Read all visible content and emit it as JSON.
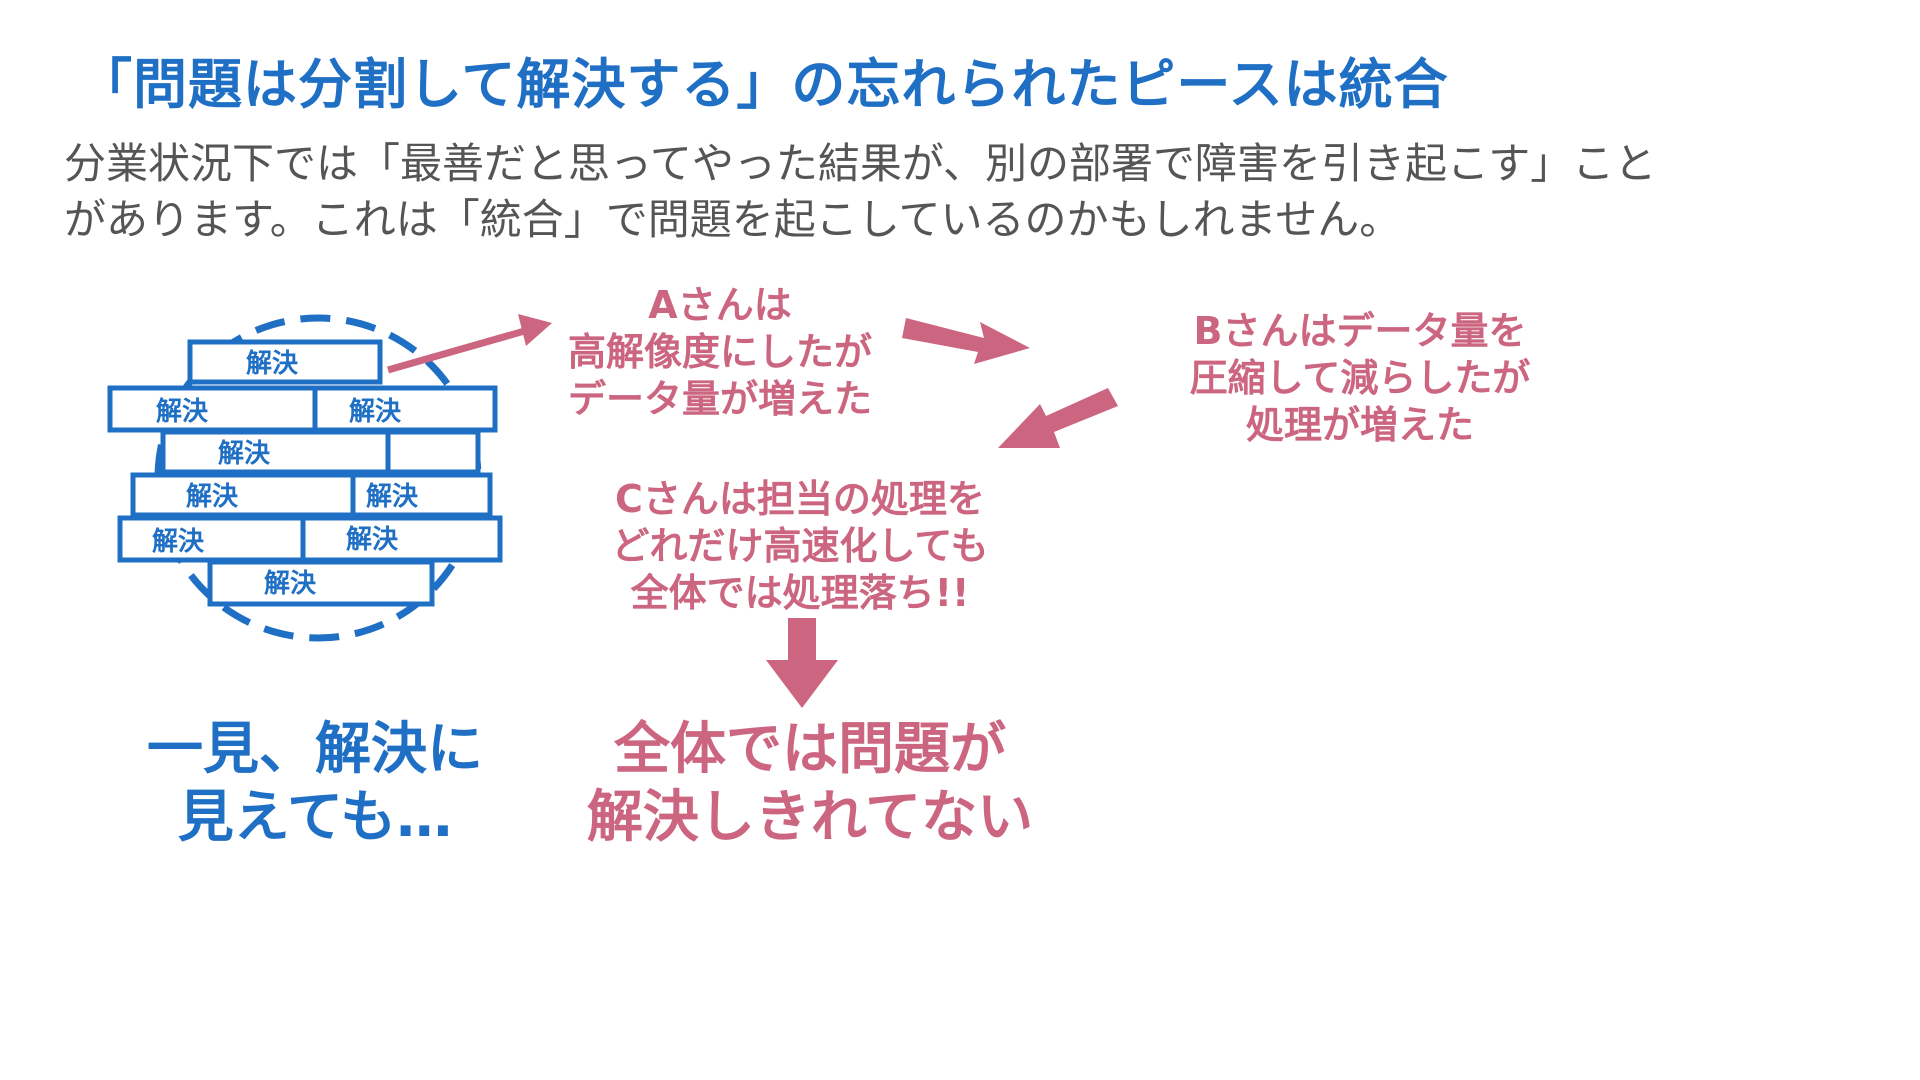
{
  "slide": {
    "title": "「問題は分割して解決する」の忘れられたピースは統合",
    "lead_lines": [
      "分業状況下では「最善だと思ってやった結果が、別の部署で障害を引き起こす」こと",
      "があります。これは「統合」で問題を起こしているのかもしれません。"
    ],
    "brick_label": "解決",
    "caption_left_lines": [
      "一見、解決に",
      "見えても…"
    ],
    "note_a_lines": [
      "Aさんは",
      "高解像度にしたが",
      "データ量が増えた"
    ],
    "note_b_lines": [
      "Bさんはデータ量を",
      "圧縮して減らしたが",
      "処理が増えた"
    ],
    "note_c_lines": [
      "Cさんは担当の処理を",
      "どれだけ高速化しても",
      "全体では処理落ち!!"
    ],
    "result_lines": [
      "全体では問題が",
      "解決しきれてない"
    ],
    "colors": {
      "title_blue": "#1f6fc4",
      "body_gray": "#555555",
      "accent_pink": "#cc6580"
    },
    "icons": [
      "dashed-circle",
      "brick-wall",
      "arrow-right",
      "arrow-down-left",
      "arrow-down"
    ]
  }
}
